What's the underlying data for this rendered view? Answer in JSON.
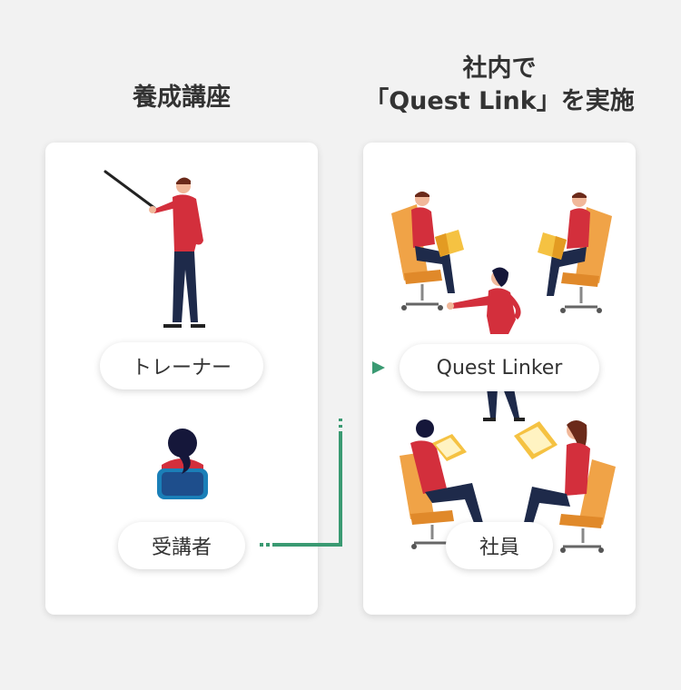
{
  "left_panel": {
    "heading": "養成講座",
    "trainer_label": "トレーナー",
    "trainee_label": "受講者"
  },
  "right_panel": {
    "heading_line1": "社内で",
    "heading_line2": "「Quest Link」を実施",
    "linker_label": "Quest Linker",
    "employee_label": "社員"
  },
  "colors": {
    "background": "#f2f2f2",
    "card": "#ffffff",
    "arrow": "#3a9a72",
    "shirt_red": "#d32f3c",
    "pants_navy": "#1e2a4a",
    "chair_orange": "#f0a347",
    "book_yellow": "#f5c242"
  }
}
